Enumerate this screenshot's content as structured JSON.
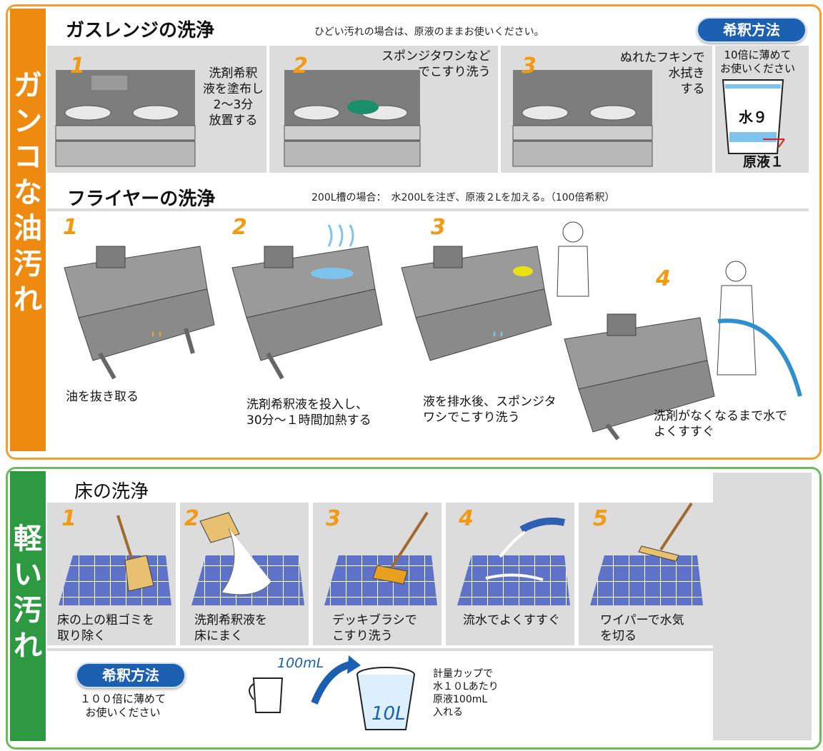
{
  "heavy": {
    "label": "ガンコな油汚れ",
    "gas": {
      "title": "ガスレンジの洗浄",
      "note": "ひどい汚れの場合は、原液のままお使いください。",
      "steps": [
        {
          "num": "1",
          "lines": [
            "洗剤希釈",
            "液を塗布し",
            "2～3分",
            "放置する"
          ]
        },
        {
          "num": "2",
          "lines": [
            "スポンジタワシなど",
            "でこすり洗う"
          ]
        },
        {
          "num": "3",
          "lines": [
            "ぬれたフキンで",
            "水拭き",
            "する"
          ]
        }
      ],
      "dilution": {
        "badge": "希釈方法",
        "lines": [
          "10倍に薄めて",
          "お使いください"
        ],
        "water": "水９",
        "concentrate": "原液１"
      }
    },
    "fryer": {
      "title": "フライヤーの洗浄",
      "note": "200L槽の場合：　水200Lを注ぎ、原液２Lを加える。（100倍希釈）",
      "steps": [
        {
          "num": "1",
          "lines": [
            "油を抜き取る"
          ]
        },
        {
          "num": "2",
          "lines": [
            "洗剤希釈液を投入し、",
            "30分～１時間加熱する"
          ]
        },
        {
          "num": "3",
          "lines": [
            "液を排水後、スポンジタ",
            "ワシでこすり洗う"
          ]
        },
        {
          "num": "4",
          "lines": [
            "洗剤がなくなるまで水で",
            "よくすすぐ"
          ]
        }
      ]
    }
  },
  "light": {
    "label": "軽い汚れ",
    "floor": {
      "title": "床の洗浄",
      "steps": [
        {
          "num": "1",
          "lines": [
            "床の上の粗ゴミを",
            "取り除く"
          ]
        },
        {
          "num": "2",
          "lines": [
            "洗剤希釈液を",
            "床にまく"
          ]
        },
        {
          "num": "3",
          "lines": [
            "デッキブラシで",
            "こすり洗う"
          ]
        },
        {
          "num": "4",
          "lines": [
            "流水でよくすすぐ"
          ]
        },
        {
          "num": "5",
          "lines": [
            "ワイパーで水気",
            "を切る"
          ]
        }
      ]
    },
    "dilution": {
      "badge": "希釈方法",
      "lines": [
        "１００倍に薄めて",
        "お使いください"
      ],
      "cup_amount": "100mL",
      "bucket_amount": "10L",
      "instructions": [
        "計量カップで",
        "水１０Lあたり",
        "原液100mL",
        "入れる"
      ]
    }
  },
  "colors": {
    "heavy_accent": "#ee8a10",
    "light_accent": "#2d9a42",
    "badge": "#1a5fb0",
    "step_number": "#f29a12"
  }
}
